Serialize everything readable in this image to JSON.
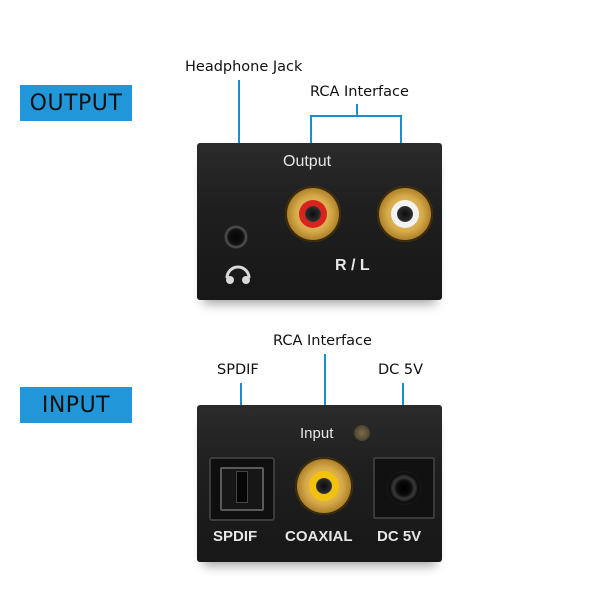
{
  "output_section": {
    "tag": "OUTPUT",
    "callouts": {
      "headphone_jack": "Headphone Jack",
      "rca_interface": "RCA Interface"
    },
    "panel_labels": {
      "output": "Output",
      "rl": "R / L"
    }
  },
  "input_section": {
    "tag": "INPUT",
    "callouts": {
      "spdif": "SPDIF",
      "rca_interface": "RCA Interface",
      "dc": "DC 5V"
    },
    "panel_labels": {
      "input": "Input",
      "spdif": "SPDIF",
      "coaxial": "COAXIAL",
      "dc": "DC 5V"
    }
  },
  "colors": {
    "tag_background": "#2196d8",
    "lead_line": "#1a8fd0",
    "device_body": "#1f1f1f",
    "rca_red": "#d8231f",
    "rca_white": "#f2f2f2",
    "rca_yellow": "#f2c20f"
  },
  "icons": {
    "headphone": "headphone-icon"
  }
}
